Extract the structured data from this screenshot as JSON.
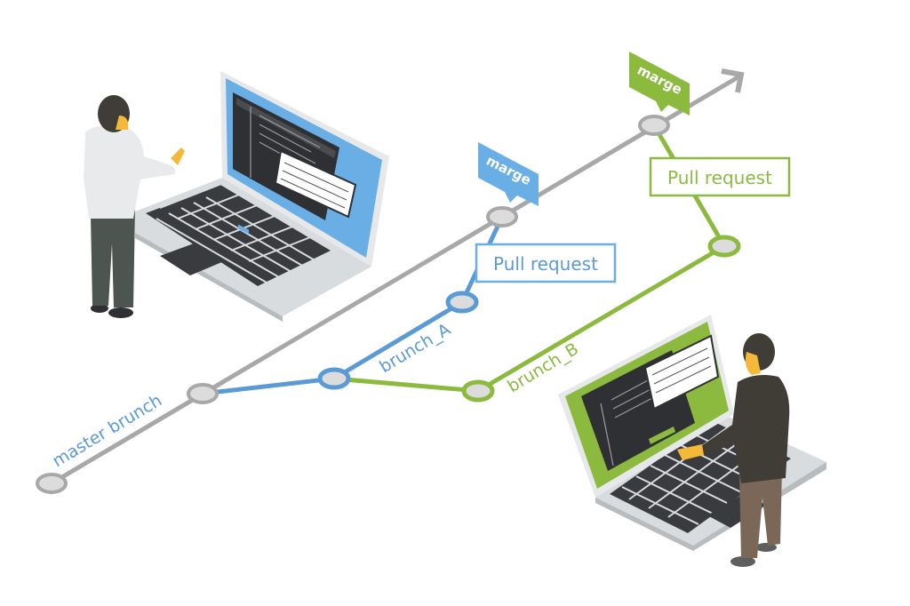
{
  "title": "Git branching workflow illustration",
  "colors": {
    "master": "#a8a8a8",
    "branch_a": "#5b9bd5",
    "branch_b": "#8cba3f",
    "node_fill": "#dcdcdc",
    "screen_blue": "#6aaee6",
    "screen_green": "#8cba3f",
    "dark_ui": "#2f3033"
  },
  "branches": {
    "master": {
      "label": "master brunch"
    },
    "branch_a": {
      "label": "brunch_A"
    },
    "branch_b": {
      "label": "brunch_B"
    }
  },
  "merge_a": {
    "tag": "marge",
    "pull_request": "Pull request"
  },
  "merge_b": {
    "tag": "marge",
    "pull_request": "Pull request"
  },
  "icons": [
    "arrow-right-up-icon",
    "laptop-icon",
    "person-icon"
  ]
}
